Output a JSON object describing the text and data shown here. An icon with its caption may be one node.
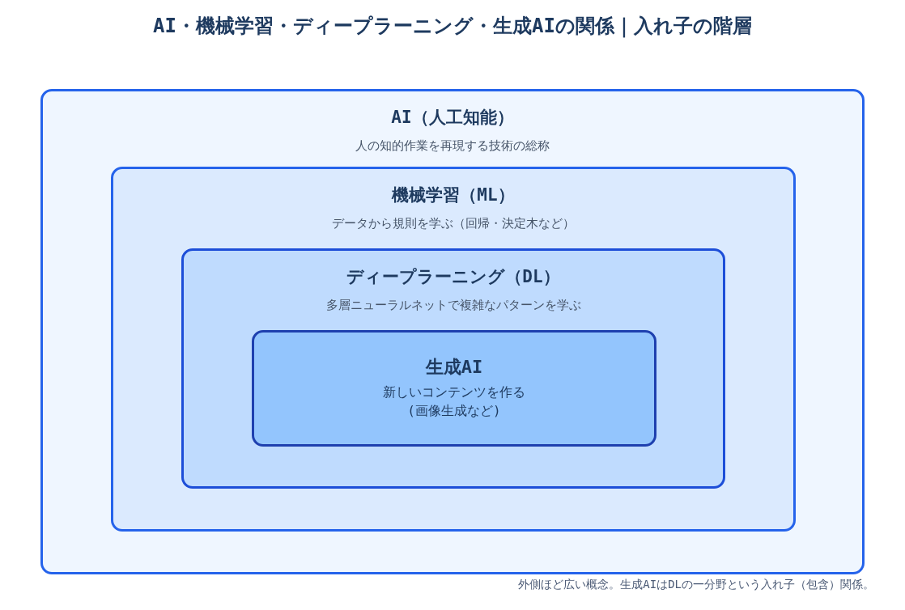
{
  "diagram": {
    "title": "AI・機械学習・ディープラーニング・生成AIの関係｜入れ子の階層",
    "caption": "外側ほど広い概念。生成AIはDLの一分野という入れ子（包含）関係。",
    "nodes": [
      {
        "text": [
          "AI（人工知能）",
          "人の知的作業を再現する技術の総称"
        ]
      },
      {
        "text": [
          "機械学習（ML）",
          "データから規則を学ぶ（回帰・決定木など）"
        ],
        "in": 0
      },
      {
        "text": [
          "ディープラーニング（DL）",
          "多層ニューラルネットで複雑なパターンを学ぶ"
        ],
        "in": 1
      },
      {
        "text": [
          "生成AI",
          "新しいコンテンツを作る",
          "(画像生成など)"
        ],
        "in": 2
      }
    ]
  }
}
